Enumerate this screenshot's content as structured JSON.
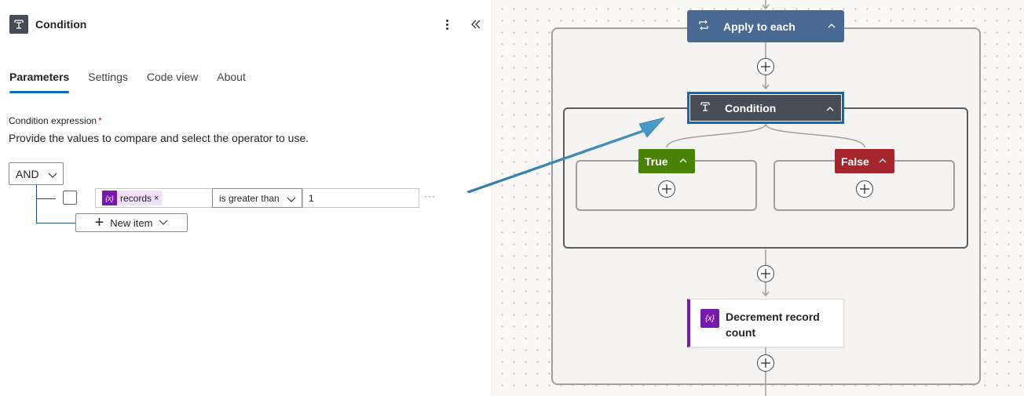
{
  "panel": {
    "title": "Condition",
    "tabs": [
      {
        "label": "Parameters",
        "active": true
      },
      {
        "label": "Settings",
        "active": false
      },
      {
        "label": "Code view",
        "active": false
      },
      {
        "label": "About",
        "active": false
      }
    ],
    "condition_expression_label": "Condition expression",
    "required_mark": "*",
    "description": "Provide the values to compare and select the operator to use.",
    "group_operator": "AND",
    "row": {
      "token_label": "records",
      "token_remove": "×",
      "token_icon_text": "{x}",
      "operator": "is greater than",
      "value": "1",
      "more_label": "···"
    },
    "new_item_label": "New item"
  },
  "canvas": {
    "apply_to_each": "Apply to each",
    "condition": "Condition",
    "true_label": "True",
    "false_label": "False",
    "decrement_title": "Decrement record count",
    "decrement_icon_text": "{x}"
  },
  "colors": {
    "accent": "#0f6cbd",
    "apply_to_each": "#486991",
    "condition": "#474d57",
    "true": "#498205",
    "false": "#a4262c",
    "variable": "#7719aa",
    "annotation_arrow": "#3a86b8"
  }
}
